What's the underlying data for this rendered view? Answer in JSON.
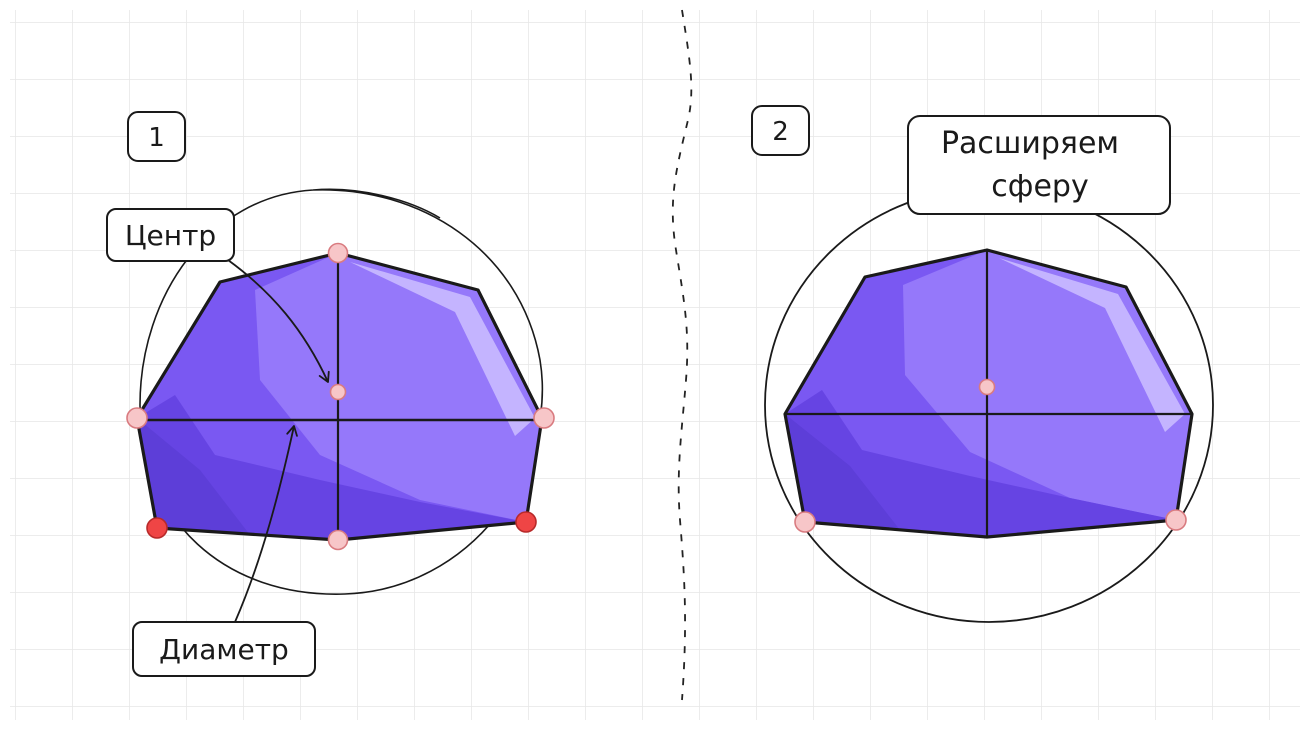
{
  "panels": [
    {
      "number": "1",
      "labels": {
        "center": "Центр",
        "diameter": "Диаметр"
      }
    },
    {
      "number": "2",
      "caption_line1": "Расширяем",
      "caption_line2": "сферу"
    }
  ],
  "colors": {
    "shape_dark": "#5f3fdc",
    "shape_mid": "#7a58f2",
    "shape_light": "#9578fa",
    "highlight": "#c9baff",
    "point_pink": "#f7c6c8",
    "point_red": "#ef4545",
    "outline": "#1a1a1a",
    "grid": "#e6e6e6"
  }
}
